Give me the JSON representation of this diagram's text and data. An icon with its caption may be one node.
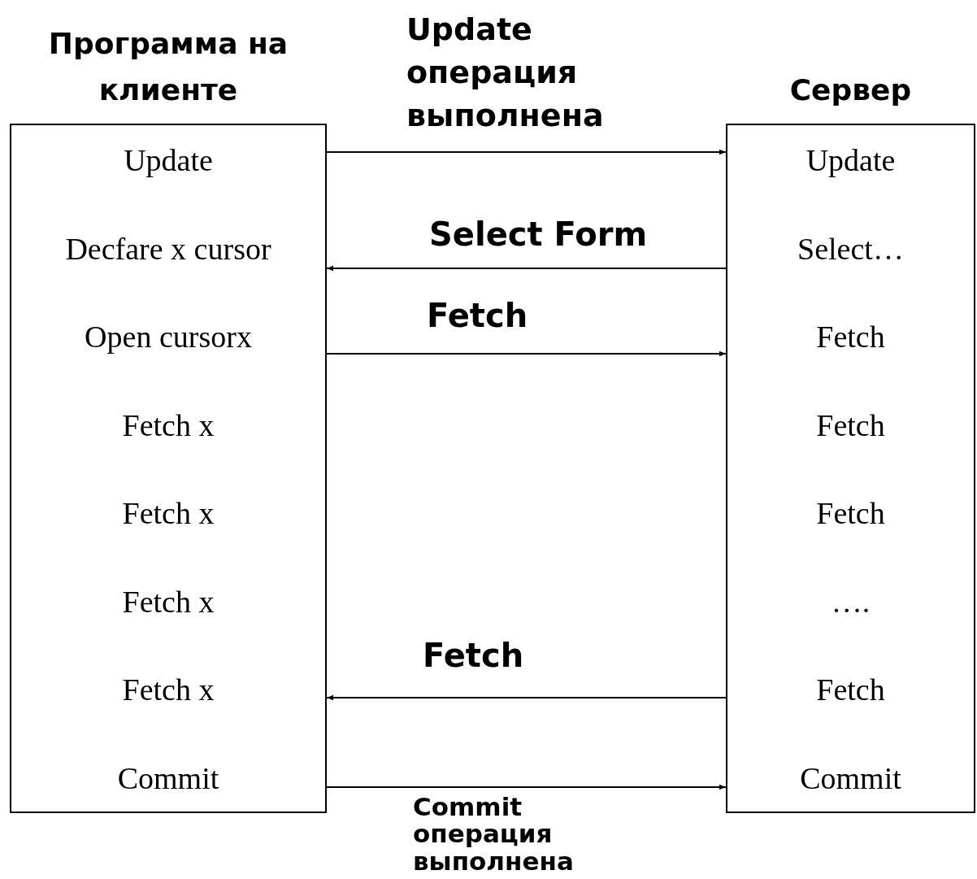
{
  "diagram": {
    "nodes": [
      {
        "text": [
          "Программа на клиенте",
          "Update",
          "Decfare x cursor",
          "Open cursorx",
          "Fetch x",
          "Fetch x",
          "Fetch x",
          "Fetch x",
          "Commit"
        ]
      },
      {
        "text": [
          "Сервер",
          "Update",
          "Select…",
          "Fetch",
          "Fetch",
          "Fetch",
          "….",
          "Fetch",
          "Commit"
        ]
      }
    ],
    "edges": [
      {
        "from": 0,
        "to": 1,
        "arrow": "to",
        "label": "Update операция выполнена"
      },
      {
        "from": 1,
        "to": 0,
        "arrow": "to",
        "label": "Select Form"
      },
      {
        "from": 0,
        "to": 1,
        "arrow": "to",
        "label": "Fetch"
      },
      {
        "from": 1,
        "to": 0,
        "arrow": "to",
        "label": "Fetch"
      },
      {
        "from": 0,
        "to": 1,
        "arrow": "to",
        "label": "Commit операция выполнена"
      }
    ]
  }
}
